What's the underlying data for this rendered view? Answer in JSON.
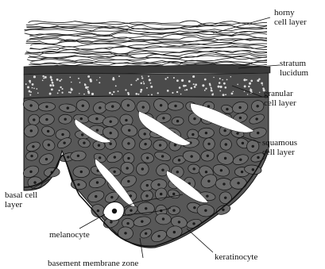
{
  "labels": {
    "horny": [
      "horny",
      "cell layer"
    ],
    "stratum": [
      "stratum",
      "lucidum"
    ],
    "granular": [
      "granular",
      "cell layer"
    ],
    "squamous": [
      "squamous",
      "cell layer"
    ],
    "basal": [
      "basal cell",
      "layer"
    ],
    "melanocyte": "melanocyte",
    "basement": "basement membrane zone",
    "keratinocyte": "keratinocyte"
  }
}
